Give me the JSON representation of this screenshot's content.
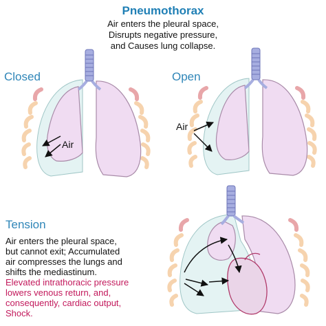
{
  "header": {
    "title": "Pneumothorax",
    "subtitle": "Air enters the pleural space,\nDisrupts negative pressure,\nand Causes lung collapse."
  },
  "panels": {
    "closed": {
      "label": "Closed",
      "air_label": "Air"
    },
    "open": {
      "label": "Open",
      "air_label": "Air"
    },
    "tension": {
      "label": "Tension",
      "description": "Air enters the pleural space,\nbut cannot exit; Accumulated\nair compresses the lungs and\nshifts the mediastinum.",
      "effects": "Elevated intrathoracic pressure\nlowers venous return, and,\nconsequently, cardiac output,\nShock."
    }
  },
  "colors": {
    "title": "#1f7fb5",
    "panel_label": "#2f86b8",
    "effects_text": "#c2185b",
    "lung_fill": "#f0dcf2",
    "pleural_air_fill": "#e4f3f3",
    "trachea_fill": "#a7aee0",
    "rib_fill": "#f6d3ae",
    "heart_fill": "#ead5e8"
  }
}
